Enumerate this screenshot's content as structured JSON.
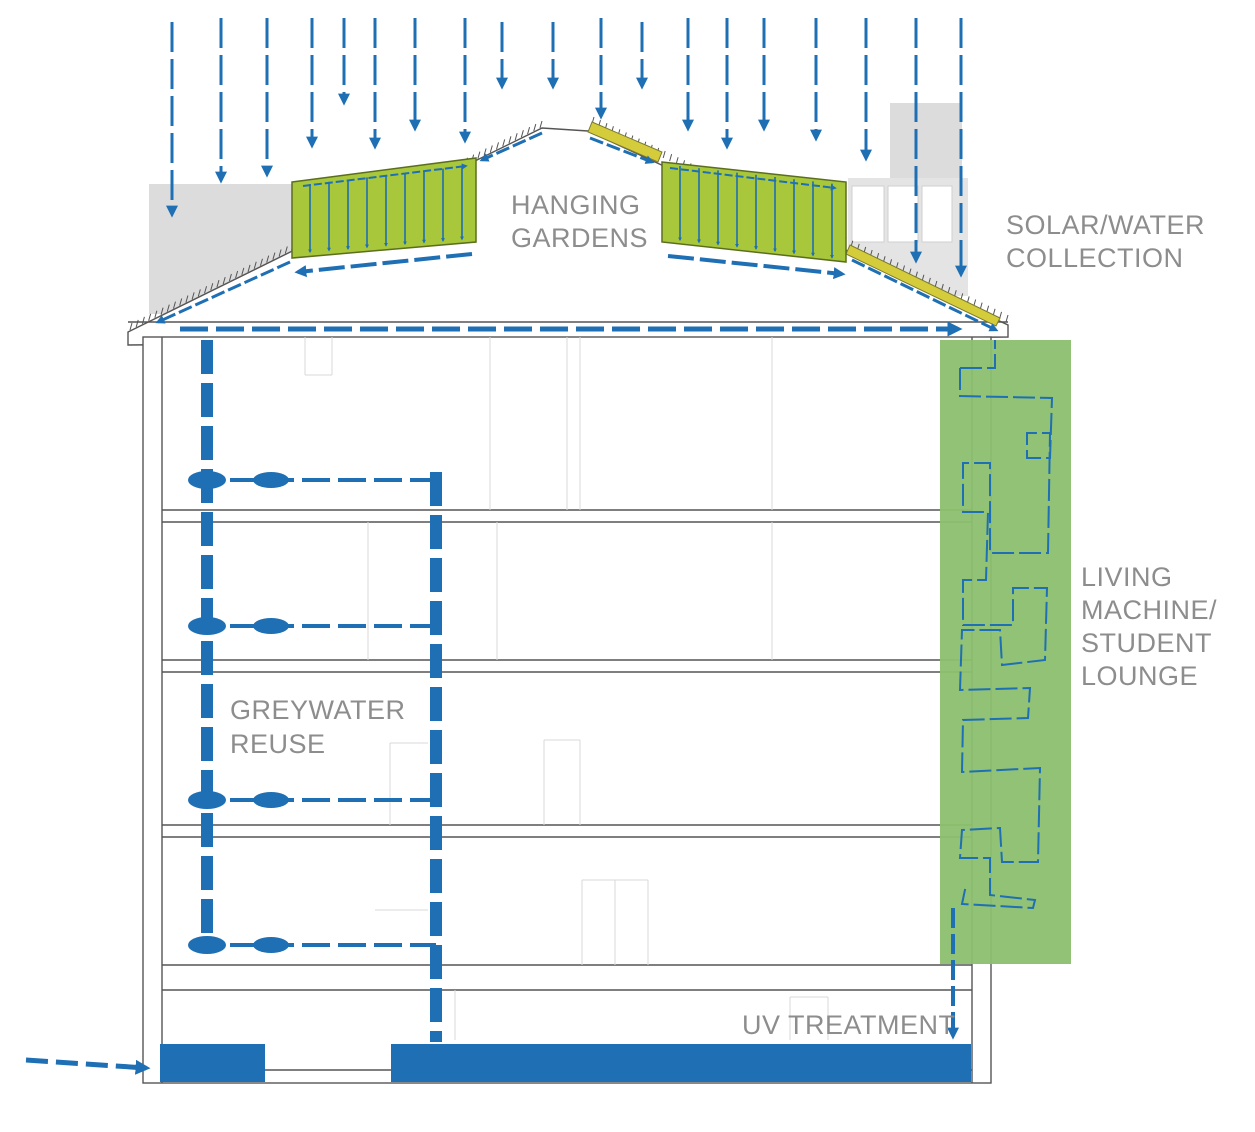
{
  "labels": {
    "hanging_gardens": [
      "HANGING",
      "GARDENS"
    ],
    "solar_water": [
      "SOLAR/WATER",
      "COLLECTION"
    ],
    "living_machine": [
      "LIVING",
      "MACHINE/",
      "STUDENT",
      "LOUNGE"
    ],
    "greywater": [
      "GREYWATER",
      "REUSE"
    ],
    "uv": "UV TREATMENT"
  },
  "colors": {
    "water": "#1e6fb4",
    "garden": "#a8c73a",
    "living_machine": "#8cbf6e",
    "solar_panel": "#d4cc3a",
    "neighbor": "#dcdcdc",
    "label": "#8d8d8d",
    "tank": "#1e6fb4"
  }
}
